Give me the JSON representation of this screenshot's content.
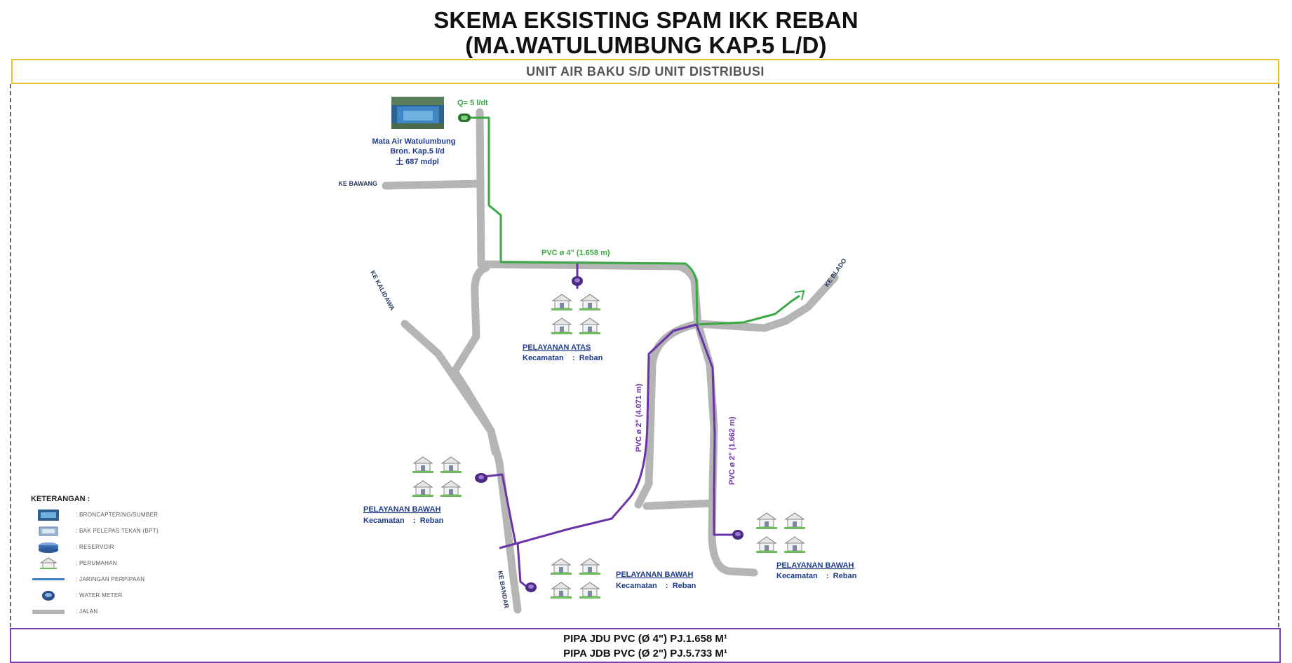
{
  "header": {
    "title_line1": "SKEMA EKSISTING SPAM IKK REBAN",
    "title_line2": "(MA.WATULUMBUNG KAP.5 L/D)",
    "section": "UNIT AIR BAKU S/D UNIT DISTRIBUSI"
  },
  "source": {
    "flow": "Q= 5 l/dt",
    "name": "Mata Air Watulumbung",
    "capacity": "Bron. Kap.5 l/d",
    "elevation": "土 687 mdpl"
  },
  "roads": {
    "ke_bawang": "KE BAWANG",
    "ke_kendal": "KE KALIDAWA",
    "ke_blado": "KE BLADO",
    "ke_bawah": "KE BANDAR"
  },
  "pipes": {
    "main": "PVC ø 4\" (1.658 m)",
    "branch_left": "PVC ø 2\" (4.071 m)",
    "branch_right": "PVC ø 2\" (1.662 m)"
  },
  "service_areas": [
    {
      "title": "PELAYANAN ATAS",
      "detail": "Kecamatan    :  Reban"
    },
    {
      "title": "PELAYANAN BAWAH",
      "detail": "Kecamatan    :  Reban"
    },
    {
      "title": "PELAYANAN BAWAH",
      "detail": "Kecamatan    :  Reban"
    },
    {
      "title": "PELAYANAN BAWAH",
      "detail": "Kecamatan    :  Reban"
    }
  ],
  "legend": {
    "title": "KETERANGAN :",
    "items": [
      {
        "icon": "broncaptering-icon",
        "label": ":  BRONCAPTERING/SUMBER"
      },
      {
        "icon": "bpt-icon",
        "label": ":  BAK PELEPAS TEKAN (BPT)"
      },
      {
        "icon": "reservoir-icon",
        "label": ":  RESERVOIR"
      },
      {
        "icon": "house-icon",
        "label": ":  PERUMAHAN"
      },
      {
        "icon": "pipe-line-icon",
        "label": ":  JARINGAN PERPIPAAN"
      },
      {
        "icon": "water-meter-icon",
        "label": ":  WATER METER"
      },
      {
        "icon": "road-icon",
        "label": ":  JALAN"
      }
    ]
  },
  "footer": {
    "line1": "PIPA JDU PVC (Ø 4\") PJ.1.658 M¹",
    "line2": "PIPA JDB PVC (Ø 2\") PJ.5.733 M¹"
  },
  "colors": {
    "road": "#b5b5b5",
    "green_pipe": "#3aa843",
    "purple_pipe": "#6a34a8",
    "header_border": "#e6c22f",
    "footer_border": "#7a3eb0",
    "service_label": "#1e3c8c"
  }
}
